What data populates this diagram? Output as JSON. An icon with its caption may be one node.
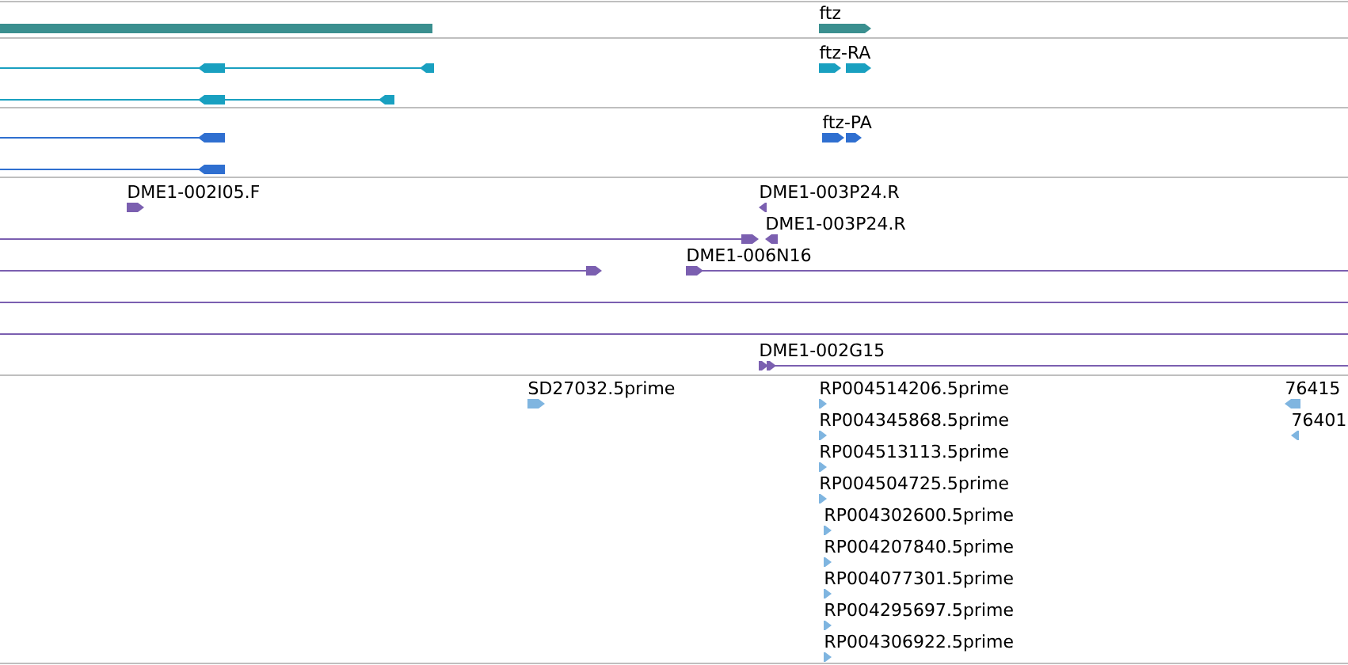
{
  "diagram": {
    "labels": [
      "ftz",
      "ftz-RA",
      "ftz-PA",
      "DME1-002I05.F",
      "DME1-003P24.R",
      "DME1-003P24.R",
      "DME1-006N16",
      "DME1-002G15",
      "SD27032.5prime",
      "RP004514206.5prime",
      "76415",
      "RP004345868.5prime",
      "76401",
      "RP004513113.5prime",
      "RP004504725.5prime",
      "RP004302600.5prime",
      "RP004207840.5prime",
      "RP004077301.5prime",
      "RP004295697.5prime",
      "RP004306922.5prime"
    ]
  }
}
